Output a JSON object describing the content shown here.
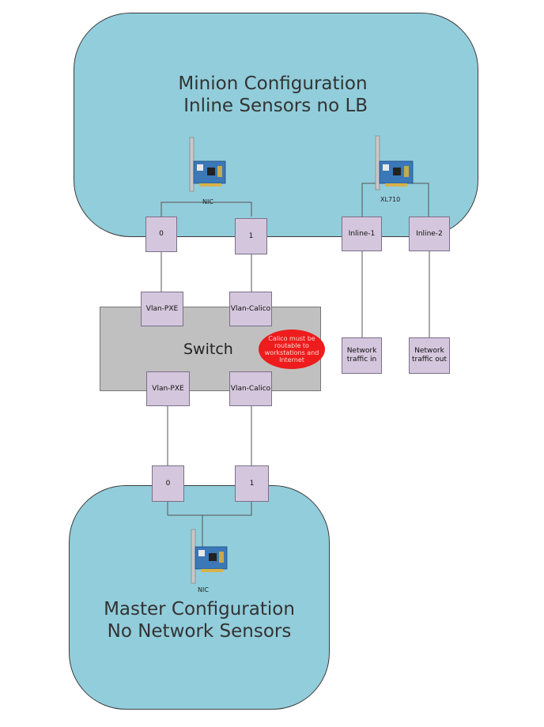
{
  "minion": {
    "title": "Minion Configuration\n Inline Sensors no LB",
    "nic_label": "NIC",
    "xl710_label": "XL710",
    "ports": [
      "0",
      "1",
      "Inline-1",
      "Inline-2"
    ]
  },
  "switch": {
    "label": "Switch",
    "top_vlans": [
      "Vlan-PXE",
      "Vlan-Calico"
    ],
    "bottom_vlans": [
      "Vlan-PXE",
      "Vlan-Calico"
    ],
    "note": "Calico must be routable to workstations and Internet"
  },
  "traffic": {
    "in": "Network traffic in",
    "out": "Network traffic out"
  },
  "master": {
    "title": "Master Configuration\nNo Network Sensors",
    "nic_label": "NIC",
    "ports": [
      "0",
      "1"
    ]
  },
  "colors": {
    "zone": "#92cddb",
    "port": "#d4c6dc",
    "switch": "#c0c0c0",
    "note": "#ee1c1c"
  }
}
